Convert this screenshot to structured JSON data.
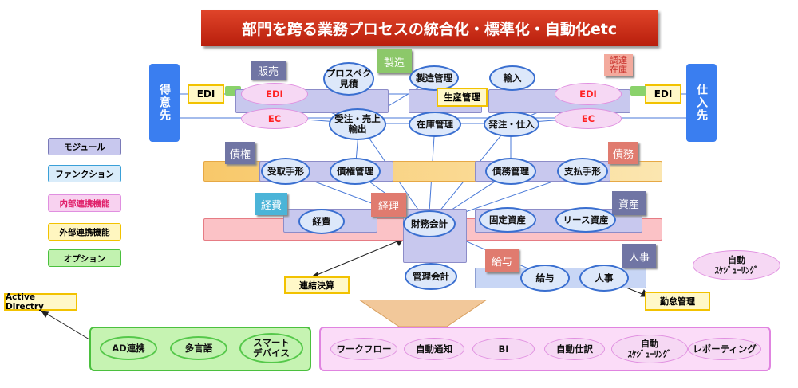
{
  "title": "部門を跨る業務プロセスの統合化・標準化・自動化etc",
  "customer": "得意先",
  "supplier": "仕入先",
  "modules": {
    "sales": "販売",
    "manufacturing": "製造",
    "procurement": "調達\n在庫",
    "receivables": "債権",
    "payables": "債務",
    "expenses": "経費",
    "accounting": "経理",
    "assets": "資産",
    "payroll": "給与",
    "hr": "人事"
  },
  "functions": {
    "prospec": "プロスペク\n見積",
    "manufacturing_mgmt": "製造管理",
    "production_mgmt": "生産管理",
    "import": "輸入",
    "order_sales_export": "受注・売上\n輸出",
    "inventory": "在庫管理",
    "purchase": "発注・仕入",
    "notes_receivable": "受取手形",
    "receivables_mgmt": "債権管理",
    "payables_mgmt": "債務管理",
    "notes_payable": "支払手形",
    "expense": "経費",
    "financial_accounting": "財務会計",
    "fixed_assets": "固定資産",
    "lease_assets": "リース資産",
    "management_accounting": "管理会計",
    "salary": "給与",
    "personnel": "人事",
    "consolidated": "連結決算",
    "attendance": "勤怠管理"
  },
  "external": {
    "edi_left": "EDI",
    "edi_right": "EDI",
    "edi_pink_left": "EDI",
    "ec_pink_left": "EC",
    "edi_pink_right": "EDI",
    "ec_pink_right": "EC"
  },
  "legend": [
    {
      "label": "モジュール",
      "kind": "module"
    },
    {
      "label": "ファンクション",
      "kind": "function"
    },
    {
      "label": "内部連携機能",
      "kind": "internal"
    },
    {
      "label": "外部連携機能",
      "kind": "external"
    },
    {
      "label": "オプション",
      "kind": "option"
    }
  ],
  "auto_scheduling_top": "自動\nｽｹｼﾞｭｰﾘﾝｸﾞ",
  "active_directory": "Active Directry",
  "options_green": [
    "AD連携",
    "多言語",
    "スマート\nデバイス"
  ],
  "options_pink": [
    "ワークフロー",
    "自動通知",
    "BI",
    "自動仕訳",
    "自動\nｽｹｼﾞｭｰﾘﾝｸﾞ",
    "レポーティング"
  ],
  "colors": {
    "title_bg": "#c8300f",
    "side_blue": "#3a7ef0",
    "module_purple": "#7075a4",
    "module_red": "#e07b6f",
    "function_border": "#3a6fd0",
    "internal_pink": "#f6d8f4",
    "external_yellow": "#f2c200",
    "option_green": "#55c84a"
  }
}
